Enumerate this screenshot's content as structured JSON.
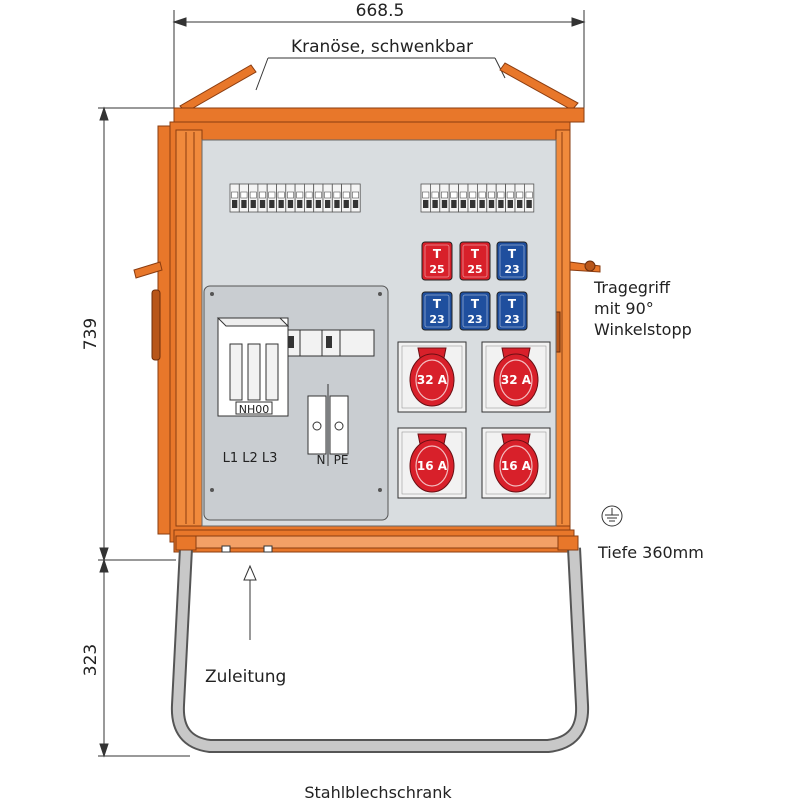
{
  "dimensions": {
    "width": "668.5",
    "height_cabinet": "739",
    "height_frame": "323"
  },
  "annotations": {
    "crane_eye": "Kranöse, schwenkbar",
    "handle_line1": "Tragegriff",
    "handle_line2": "mit 90°",
    "handle_line3": "Winkelstopp",
    "depth": "Tiefe 360mm",
    "supply": "Zuleitung",
    "caption": "Stahlblechschrank"
  },
  "main_fuse": {
    "label": "NH00",
    "phases": "L1 L2 L3"
  },
  "terminals": {
    "n": "N",
    "pe": "PE"
  },
  "small_sockets_top": [
    {
      "t": "T",
      "num": "25",
      "color": "#d8202a"
    },
    {
      "t": "T",
      "num": "25",
      "color": "#d8202a"
    },
    {
      "t": "T",
      "num": "23",
      "color": "#1f4f9e"
    }
  ],
  "small_sockets_bottom": [
    {
      "t": "T",
      "num": "23",
      "color": "#1f4f9e"
    },
    {
      "t": "T",
      "num": "23",
      "color": "#1f4f9e"
    },
    {
      "t": "T",
      "num": "23",
      "color": "#1f4f9e"
    }
  ],
  "cee_sockets": [
    {
      "label": "32 A"
    },
    {
      "label": "32 A"
    },
    {
      "label": "16 A"
    },
    {
      "label": "16 A"
    }
  ],
  "colors": {
    "cabinet": "#e8772a",
    "cabinet_dark": "#b8561a",
    "panel": "#d9dde0",
    "subpanel": "#c9cdd1",
    "cee_red": "#d8202a",
    "frame_gray": "#c8c8c8"
  }
}
